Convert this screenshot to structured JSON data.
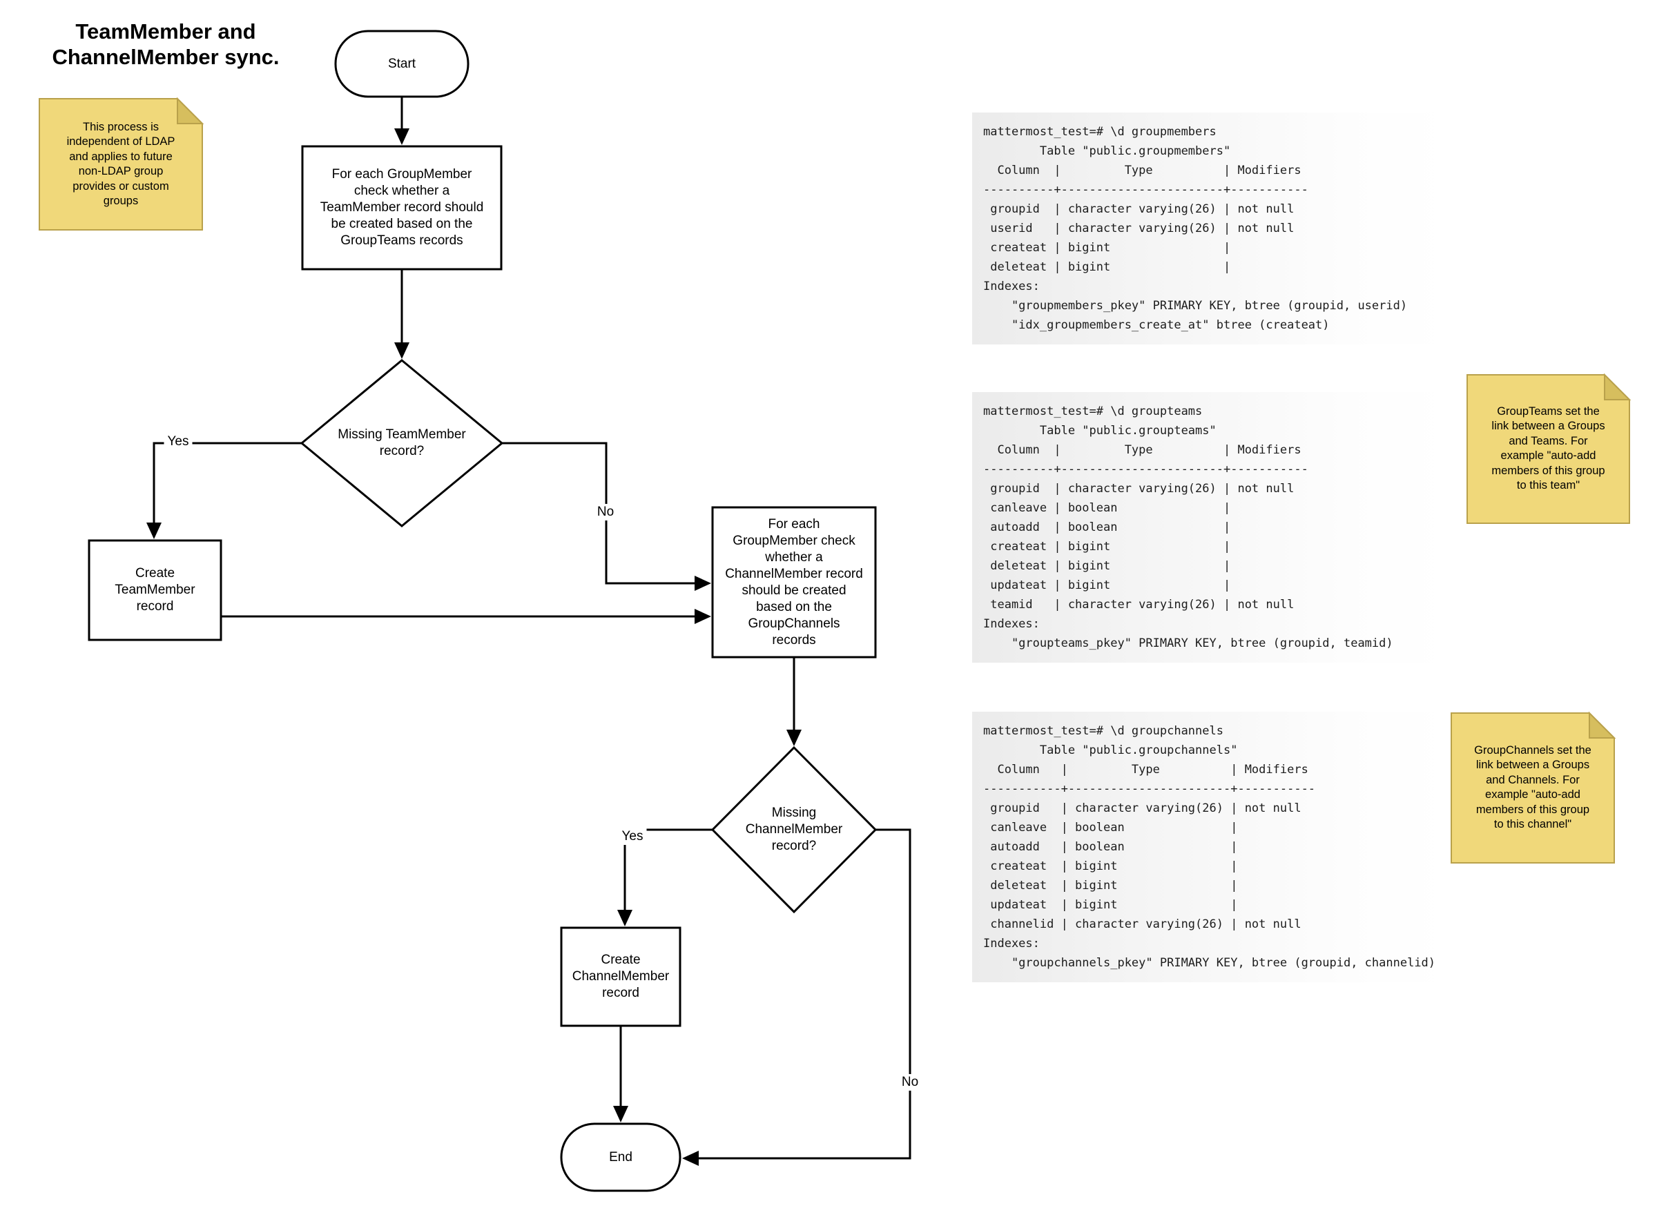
{
  "title": "TeamMember and\nChannelMember sync.",
  "flowchart": {
    "start_label": "Start",
    "process_teammember": "For each GroupMember\ncheck whether a\nTeamMember record should\nbe created based on the\nGroupTeams records",
    "decision_teammember": "Missing TeamMember\nrecord?",
    "create_teammember": "Create\nTeamMember\nrecord",
    "process_channelmember": "For each\nGroupMember check\nwhether a\nChannelMember record\nshould be created\nbased on the\nGroupChannels\nrecords",
    "decision_channelmember": "Missing\nChannelMember\nrecord?",
    "create_channelmember": "Create\nChannelMember\nrecord",
    "end_label": "End",
    "edge_labels": {
      "yes_teammember": "Yes",
      "no_teammember": "No",
      "yes_channelmember": "Yes",
      "no_channelmember": "No"
    }
  },
  "notes": {
    "ldap": "This process is\nindependent of LDAP\nand applies to future\nnon-LDAP group\nprovides or custom\ngroups",
    "groupteams": "GroupTeams set the\nlink between a Groups\nand Teams. For\nexample \"auto-add\nmembers of this group\nto this team\"",
    "groupchannels": "GroupChannels set the\nlink between a Groups\nand Channels. For\nexample \"auto-add\nmembers of this group\nto this channel\""
  },
  "terminals": {
    "groupmembers": {
      "lines": [
        "mattermost_test=# \\d groupmembers",
        "        Table \"public.groupmembers\"",
        "  Column  |         Type          | Modifiers",
        "----------+-----------------------+-----------",
        " groupid  | character varying(26) | not null",
        " userid   | character varying(26) | not null",
        " createat | bigint                |",
        " deleteat | bigint                |",
        "Indexes:",
        "    \"groupmembers_pkey\" PRIMARY KEY, btree (groupid, userid)",
        "    \"idx_groupmembers_create_at\" btree (createat)"
      ]
    },
    "groupteams": {
      "lines": [
        "mattermost_test=# \\d groupteams",
        "        Table \"public.groupteams\"",
        "  Column  |         Type          | Modifiers",
        "----------+-----------------------+-----------",
        " groupid  | character varying(26) | not null",
        " canleave | boolean               |",
        " autoadd  | boolean               |",
        " createat | bigint                |",
        " deleteat | bigint                |",
        " updateat | bigint                |",
        " teamid   | character varying(26) | not null",
        "Indexes:",
        "    \"groupteams_pkey\" PRIMARY KEY, btree (groupid, teamid)"
      ]
    },
    "groupchannels": {
      "lines": [
        "mattermost_test=# \\d groupchannels",
        "        Table \"public.groupchannels\"",
        "  Column   |         Type          | Modifiers",
        "-----------+-----------------------+-----------",
        " groupid   | character varying(26) | not null",
        " canleave  | boolean               |",
        " autoadd   | boolean               |",
        " createat  | bigint                |",
        " deleteat  | bigint                |",
        " updateat  | bigint                |",
        " channelid | character varying(26) | not null",
        "Indexes:",
        "    \"groupchannels_pkey\" PRIMARY KEY, btree (groupid, channelid)"
      ]
    }
  },
  "colors": {
    "line": "#000000",
    "text": "#000000",
    "note_fill": "#F0D87A",
    "note_fold": "#D6BE5E",
    "note_border": "#B9A14B",
    "terminal_bg": "#ebebeb",
    "terminal_text": "#1c1c1c"
  }
}
